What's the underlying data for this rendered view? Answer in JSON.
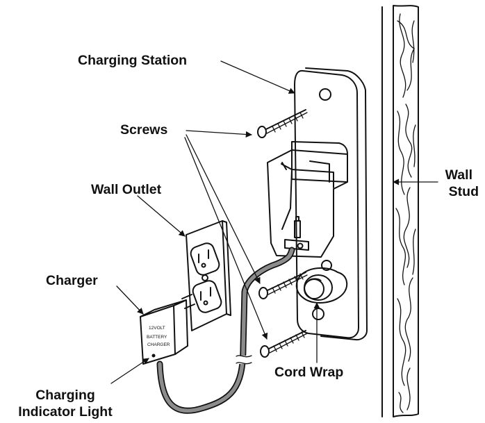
{
  "labels": {
    "charging_station": "Charging Station",
    "screws": "Screws",
    "wall_outlet": "Wall Outlet",
    "charger": "Charger",
    "charging_indicator_light_line1": "Charging",
    "charging_indicator_light_line2": "Indicator Light",
    "cord_wrap": "Cord Wrap",
    "wall_stud_line1": "Wall",
    "wall_stud_line2": "Stud"
  },
  "charger_face": {
    "line1": "12VOLT",
    "line2": "BATTERY",
    "line3": "CHARGER"
  },
  "colors": {
    "ink": "#111111",
    "cord": "#8c8c8c",
    "paper": "#ffffff"
  }
}
